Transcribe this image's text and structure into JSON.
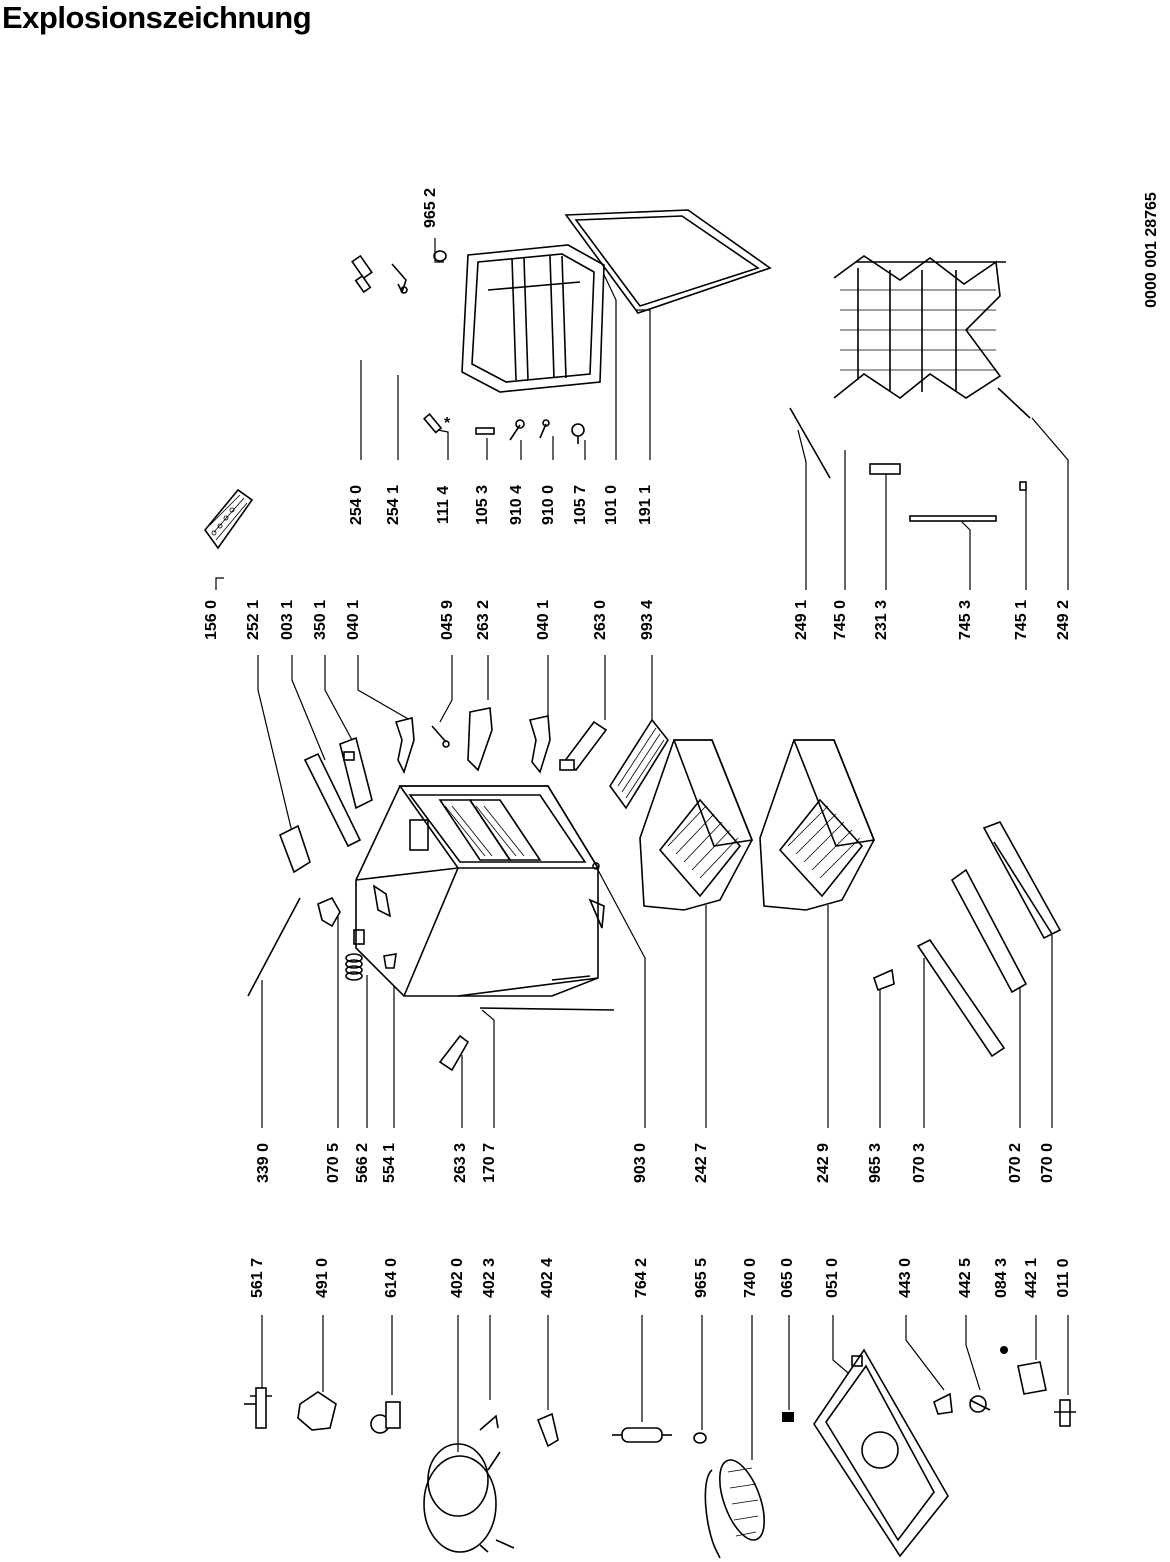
{
  "title": "Explosionszeichnung",
  "document_number": "0000 001 28765",
  "callouts": [
    {
      "id": "c-9652",
      "code": "965 2"
    },
    {
      "id": "c-2540",
      "code": "254 0"
    },
    {
      "id": "c-2541",
      "code": "254 1"
    },
    {
      "id": "c-1114",
      "code": "111 4"
    },
    {
      "id": "c-1053",
      "code": "105 3"
    },
    {
      "id": "c-9104",
      "code": "910 4"
    },
    {
      "id": "c-9100",
      "code": "910 0"
    },
    {
      "id": "c-1057",
      "code": "105 7"
    },
    {
      "id": "c-1010",
      "code": "101 0"
    },
    {
      "id": "c-1911",
      "code": "191 1"
    },
    {
      "id": "c-1560",
      "code": "156 0"
    },
    {
      "id": "c-2521",
      "code": "252 1"
    },
    {
      "id": "c-0031",
      "code": "003 1"
    },
    {
      "id": "c-3501",
      "code": "350 1"
    },
    {
      "id": "c-0401a",
      "code": "040 1"
    },
    {
      "id": "c-0459",
      "code": "045 9"
    },
    {
      "id": "c-2632",
      "code": "263 2"
    },
    {
      "id": "c-0401b",
      "code": "040 1"
    },
    {
      "id": "c-2630",
      "code": "263 0"
    },
    {
      "id": "c-9934",
      "code": "993 4"
    },
    {
      "id": "c-2491",
      "code": "249 1"
    },
    {
      "id": "c-7450",
      "code": "745 0"
    },
    {
      "id": "c-2313",
      "code": "231 3"
    },
    {
      "id": "c-7453",
      "code": "745 3"
    },
    {
      "id": "c-7451",
      "code": "745 1"
    },
    {
      "id": "c-2492",
      "code": "249 2"
    },
    {
      "id": "c-3390",
      "code": "339 0"
    },
    {
      "id": "c-0705",
      "code": "070 5"
    },
    {
      "id": "c-5662",
      "code": "566 2"
    },
    {
      "id": "c-5541",
      "code": "554 1"
    },
    {
      "id": "c-2633",
      "code": "263 3"
    },
    {
      "id": "c-1707",
      "code": "170 7"
    },
    {
      "id": "c-9030",
      "code": "903 0"
    },
    {
      "id": "c-2427",
      "code": "242 7"
    },
    {
      "id": "c-2429",
      "code": "242 9"
    },
    {
      "id": "c-9653",
      "code": "965 3"
    },
    {
      "id": "c-0703",
      "code": "070 3"
    },
    {
      "id": "c-0702",
      "code": "070 2"
    },
    {
      "id": "c-0700",
      "code": "070 0"
    },
    {
      "id": "c-5617",
      "code": "561 7"
    },
    {
      "id": "c-4910",
      "code": "491 0"
    },
    {
      "id": "c-6140",
      "code": "614 0"
    },
    {
      "id": "c-4020",
      "code": "402 0"
    },
    {
      "id": "c-4023",
      "code": "402 3"
    },
    {
      "id": "c-4024",
      "code": "402 4"
    },
    {
      "id": "c-7642",
      "code": "764 2"
    },
    {
      "id": "c-9655",
      "code": "965 5"
    },
    {
      "id": "c-7400",
      "code": "740 0"
    },
    {
      "id": "c-0650",
      "code": "065 0"
    },
    {
      "id": "c-0510",
      "code": "051 0"
    },
    {
      "id": "c-4430",
      "code": "443 0"
    },
    {
      "id": "c-4425",
      "code": "442 5"
    },
    {
      "id": "c-0843",
      "code": "084 3"
    },
    {
      "id": "c-4421",
      "code": "442 1"
    },
    {
      "id": "c-0110",
      "code": "011 0"
    }
  ],
  "asterisk_note": "*"
}
